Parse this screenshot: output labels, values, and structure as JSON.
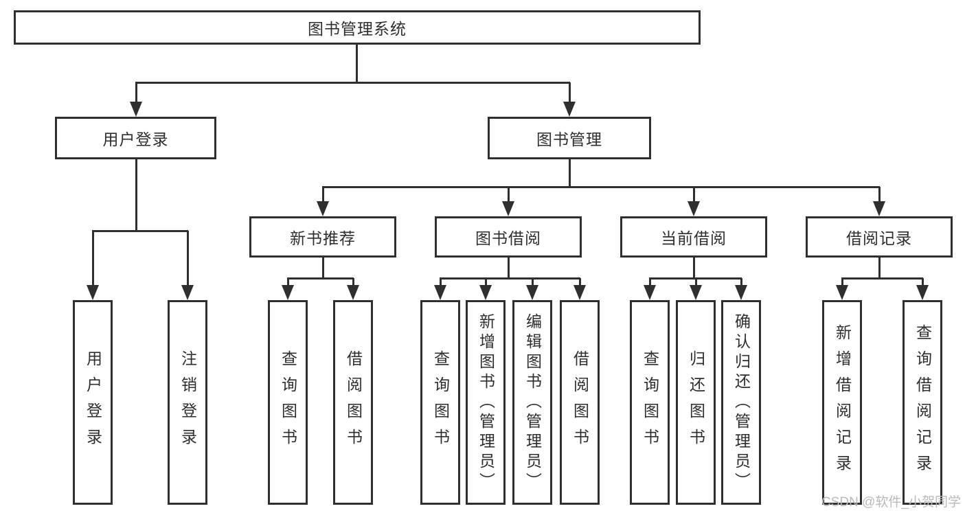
{
  "diagram": {
    "title": "图书管理系统",
    "watermark": "CSDN @软件_小贺同学"
  },
  "colors": {
    "line": "#2f2f2f",
    "text": "#2e2e2e",
    "background": "#ffffff",
    "watermark": "#b9b9b9"
  },
  "nodes": {
    "root": {
      "label": "图书管理系统"
    },
    "user_login": {
      "label": "用户登录"
    },
    "book_mgmt": {
      "label": "图书管理"
    },
    "new_book_rec": {
      "label": "新书推荐"
    },
    "book_borrow": {
      "label": "图书借阅"
    },
    "current_borrow": {
      "label": "当前借阅"
    },
    "borrow_record": {
      "label": "借阅记录"
    },
    "ul_login": {
      "label": "用户登录"
    },
    "ul_logout": {
      "label": "注销登录"
    },
    "nb_query_book": {
      "label": "查询图书"
    },
    "nb_borrow_book": {
      "label": "借阅图书"
    },
    "bb_query_book": {
      "label": "查询图书"
    },
    "bb_add_book_admin": {
      "label": "新增图书（管理员）"
    },
    "bb_edit_book_admin": {
      "label": "编辑图书（管理员）"
    },
    "bb_borrow_book": {
      "label": "借阅图书"
    },
    "cb_query_book": {
      "label": "查询图书"
    },
    "cb_return_book": {
      "label": "归还图书"
    },
    "cb_confirm_return_admin": {
      "label": "确认归还（管理员）"
    },
    "br_add_record": {
      "label": "新增借阅记录"
    },
    "br_query_record": {
      "label": "查询借阅记录"
    }
  },
  "edges": [
    [
      "root",
      "user_login"
    ],
    [
      "root",
      "book_mgmt"
    ],
    [
      "user_login",
      "ul_login"
    ],
    [
      "user_login",
      "ul_logout"
    ],
    [
      "book_mgmt",
      "new_book_rec"
    ],
    [
      "book_mgmt",
      "book_borrow"
    ],
    [
      "book_mgmt",
      "current_borrow"
    ],
    [
      "book_mgmt",
      "borrow_record"
    ],
    [
      "new_book_rec",
      "nb_query_book"
    ],
    [
      "new_book_rec",
      "nb_borrow_book"
    ],
    [
      "book_borrow",
      "bb_query_book"
    ],
    [
      "book_borrow",
      "bb_add_book_admin"
    ],
    [
      "book_borrow",
      "bb_edit_book_admin"
    ],
    [
      "book_borrow",
      "bb_borrow_book"
    ],
    [
      "current_borrow",
      "cb_query_book"
    ],
    [
      "current_borrow",
      "cb_return_book"
    ],
    [
      "current_borrow",
      "cb_confirm_return_admin"
    ],
    [
      "borrow_record",
      "br_add_record"
    ],
    [
      "borrow_record",
      "br_query_record"
    ]
  ]
}
